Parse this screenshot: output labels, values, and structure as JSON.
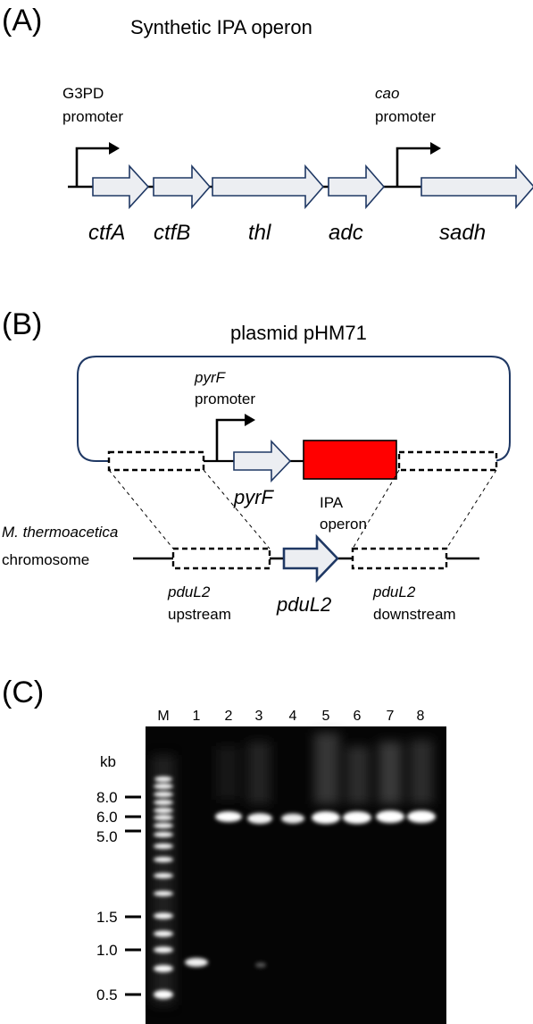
{
  "panelA": {
    "label": "(A)",
    "title": "Synthetic IPA operon",
    "promoter1": {
      "line1": "G3PD",
      "line2": "promoter"
    },
    "promoter2": {
      "line1": "cao",
      "line2": "promoter"
    },
    "genes": [
      "ctfA",
      "ctfB",
      "thl",
      "adc",
      "sadh"
    ]
  },
  "panelB": {
    "label": "(B)",
    "plasmid": "plasmid pHM71",
    "promoter": {
      "line1": "pyrF",
      "line2": "promoter"
    },
    "pyrF": "pyrF",
    "ipa": {
      "line1": "IPA",
      "line2": "operon"
    },
    "chromosome": {
      "line1": "M. thermoacetica",
      "line2": "chromosome"
    },
    "pduL2": "pduL2",
    "upstream": {
      "line1": "pduL2",
      "line2": "upstream"
    },
    "downstream": {
      "line1": "pduL2",
      "line2": "downstream"
    },
    "colors": {
      "ipa_box": "#ff0000",
      "outline": "#1f3864"
    }
  },
  "panelC": {
    "label": "(C)",
    "unit": "kb",
    "lanes": [
      "M",
      "1",
      "2",
      "3",
      "4",
      "5",
      "6",
      "7",
      "8"
    ],
    "markers": [
      "8.0",
      "6.0",
      "5.0",
      "1.5",
      "1.0",
      "0.5"
    ]
  }
}
